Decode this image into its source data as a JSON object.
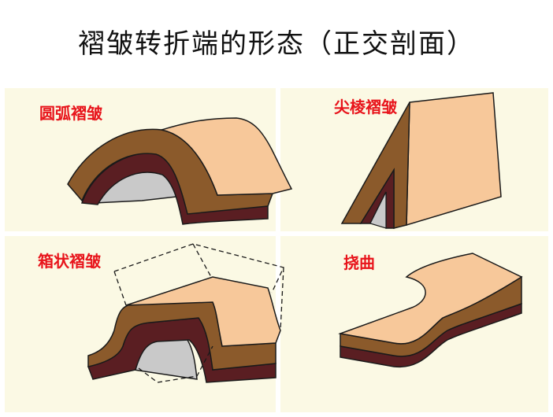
{
  "title": "褶皱转折端的形态（正交剖面）",
  "labels": {
    "arc": "圆弧褶皱",
    "sharp": "尖棱褶皱",
    "box": "箱状褶皱",
    "flexure": "挠曲"
  },
  "colors": {
    "top": "#f7c89a",
    "mid": "#8b5a2b",
    "bottom": "#5a1e22",
    "core": "#c9c9c9",
    "outline": "#1a1a1a",
    "panel": "#fbf9e4",
    "label": "#e8141b"
  }
}
